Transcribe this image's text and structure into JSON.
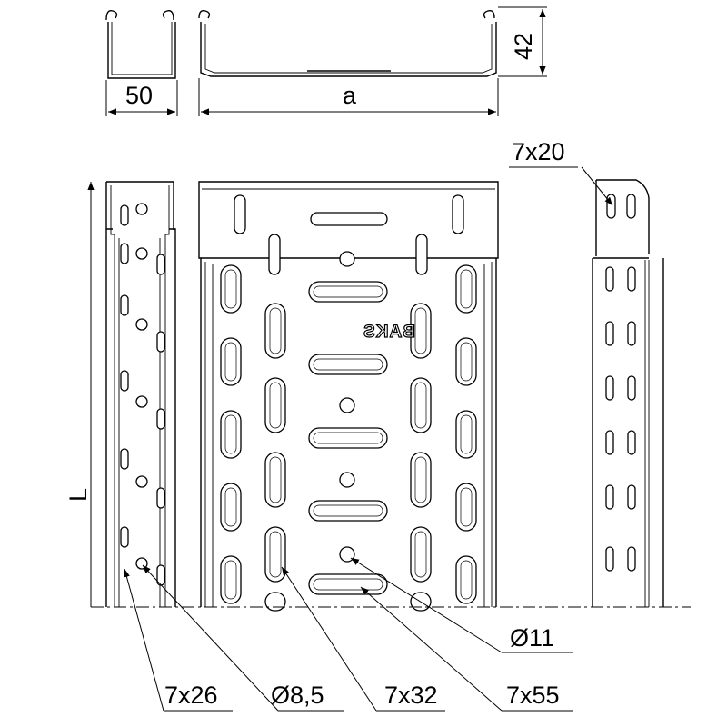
{
  "dimensions": {
    "side_width": "50",
    "tray_width": "a",
    "height": "42",
    "length": "L"
  },
  "callouts": {
    "end_slot": "7x20",
    "hole_large": "Ø11",
    "slot_side": "7x26",
    "hole_small": "Ø8,5",
    "slot_medium": "7x32",
    "slot_long": "7x55"
  },
  "brand_stamp": "BAKS"
}
